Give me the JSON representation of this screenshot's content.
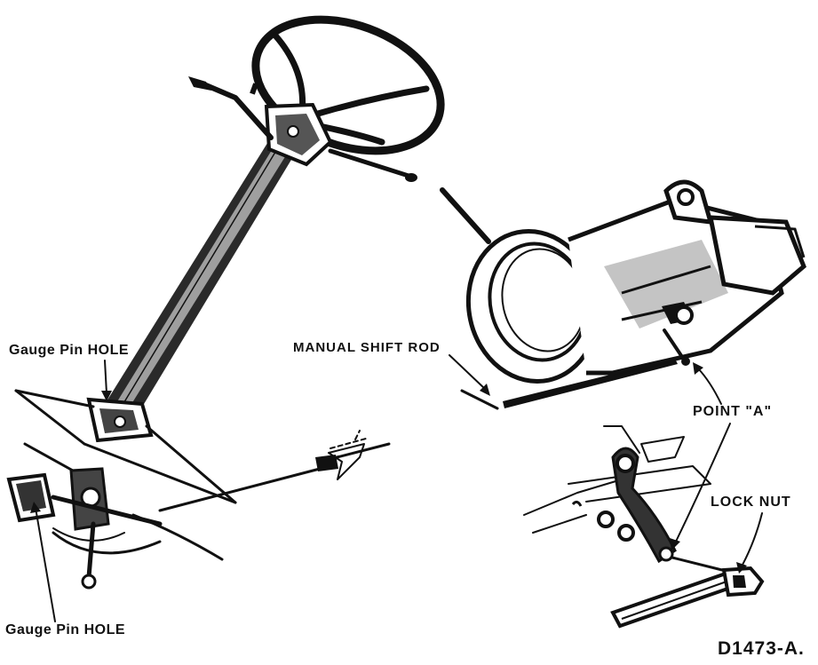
{
  "labels": {
    "gauge_pin_hole_upper": "Gauge Pin HOLE",
    "gauge_pin_hole_lower": "Gauge Pin HOLE",
    "manual_shift_rod": "MANUAL SHIFT ROD",
    "point_a": "POINT \"A\"",
    "lock_nut": "LOCK NUT",
    "figure_code": "D1473-A."
  },
  "colors": {
    "ink": "#111111",
    "background": "#ffffff"
  }
}
